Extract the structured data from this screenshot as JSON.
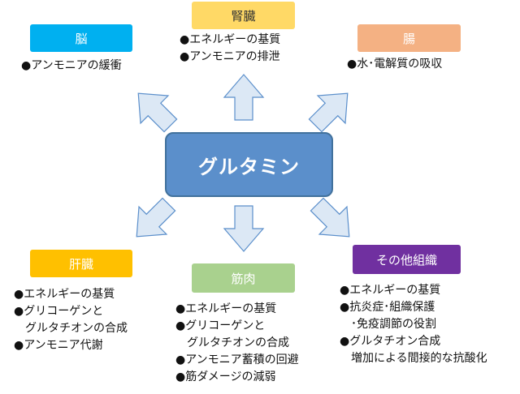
{
  "center": {
    "label": "グルタミン",
    "color": "#5b8fcb"
  },
  "organs": [
    {
      "id": "brain",
      "label": "脳",
      "color": "#00b0f0",
      "items": [
        "●アンモニアの緩衝"
      ]
    },
    {
      "id": "kidney",
      "label": "腎臓",
      "color": "#ffd966",
      "items": [
        "●エネルギーの基質",
        "●アンモニアの排泄"
      ]
    },
    {
      "id": "intestine",
      "label": "腸",
      "color": "#f4b183",
      "items": [
        "●水･電解質の吸収"
      ]
    },
    {
      "id": "liver",
      "label": "肝臓",
      "color": "#ffc000",
      "items": [
        "●エネルギーの基質",
        "●グリコーゲンと",
        "　グルタチオンの合成",
        "●アンモニア代謝"
      ]
    },
    {
      "id": "muscle",
      "label": "筋肉",
      "color": "#a9d18e",
      "items": [
        "●エネルギーの基質",
        "●グリコーゲンと",
        "　グルタチオンの合成",
        "●アンモニア蓄積の回避",
        "●筋ダメージの減弱"
      ]
    },
    {
      "id": "other",
      "label": "その他組織",
      "color": "#7030a0",
      "items": [
        "●エネルギーの基質",
        "●抗炎症･組織保護",
        "　･免疫調節の役割",
        "●グルタチオン合成",
        "　増加による間接的な抗酸化"
      ]
    }
  ]
}
